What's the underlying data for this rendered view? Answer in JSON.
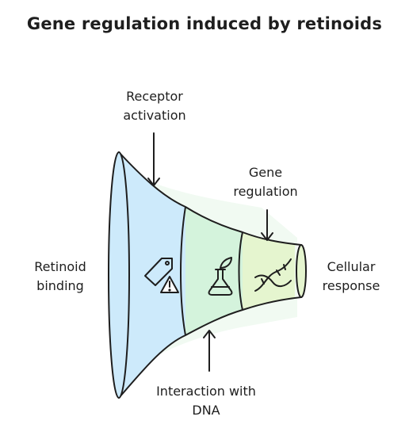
{
  "title": "Gene regulation induced by retinoids",
  "stages": [
    {
      "id": "binding",
      "label_lines": [
        "Retinoid",
        "binding"
      ],
      "icon": "tag-warning-icon",
      "color": "#cdeafb"
    },
    {
      "id": "interaction",
      "label_lines": [
        "Interaction with",
        "DNA"
      ],
      "icon": "flask-leaf-icon",
      "color": "#d4f3dc"
    },
    {
      "id": "regulation",
      "label_lines": [
        "Gene",
        "regulation"
      ],
      "icon": "dna-icon",
      "color": "#e5f5cf"
    }
  ],
  "callouts": {
    "receptor_activation": [
      "Receptor",
      "activation"
    ],
    "cellular_response": [
      "Cellular",
      "response"
    ]
  }
}
